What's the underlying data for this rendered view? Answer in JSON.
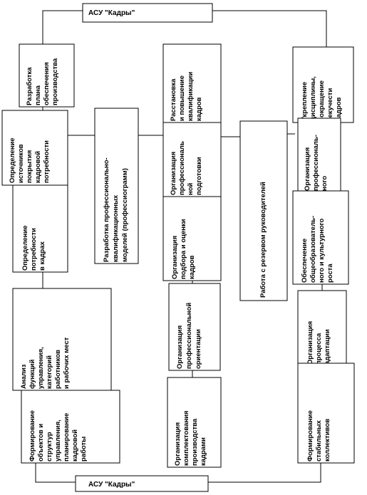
{
  "header_top": "АСУ \"Кадры\"",
  "header_bottom": "АСУ \"Кадры\"",
  "blocks": {
    "b_plan": [
      "Разработка",
      "плана",
      "обеспечения",
      "производства"
    ],
    "b_sources": [
      "Определение",
      "источников",
      "покрытия",
      "кадровой",
      "потребности"
    ],
    "b_need": [
      "Определение",
      "потребности",
      "в кадрах"
    ],
    "b_analysis": [
      "Анализ",
      "функций",
      "управления,",
      "категорий",
      "работников",
      "и рабочих мест"
    ],
    "b_form": [
      "Формирование",
      "объектов и",
      "структур",
      "управления,",
      "планирование",
      "кадровой",
      "работы"
    ],
    "b_models": [
      "Разработка профессионально-",
      "квалификационных",
      "моделей (профессиограмм)"
    ],
    "b_placement": [
      "Расстановка",
      "и повышение",
      "квалификации",
      "кадров"
    ],
    "b_training": [
      "Организация",
      "профессиональ",
      "ной",
      "подготовки"
    ],
    "b_selection": [
      "Организация",
      "подбора и оценки",
      "кадров"
    ],
    "b_orientation": [
      "Организация",
      "профессиональной",
      "ориентации"
    ],
    "b_recruit": [
      "Организация",
      "комплектования",
      "производства",
      "кадрами"
    ],
    "b_reserve": [
      "Работа с резервом руководителей"
    ],
    "b_discipline": [
      "Укрепление",
      "дисциплины,",
      "сокращение",
      "текучести",
      "кадров"
    ],
    "b_prof2": [
      "Организация",
      "профессиональ-",
      "ного"
    ],
    "b_culture": [
      "Обеспечение",
      "общеобразователь-",
      "ного и культурного",
      "роста"
    ],
    "b_adapt": [
      "Организация",
      "процесса",
      "адаптации"
    ],
    "b_stable": [
      "Формирование",
      "стабильных",
      "коллективов"
    ]
  }
}
